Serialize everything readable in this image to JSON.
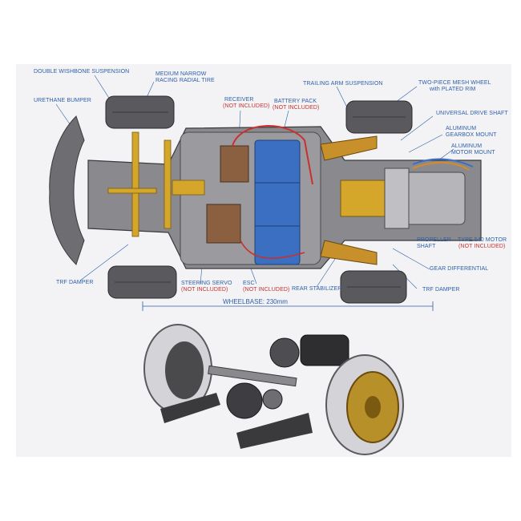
{
  "labels": {
    "double_wishbone": "DOUBLE WISHBONE SUSPENSION",
    "medium_narrow_1": "MEDIUM NARROW",
    "medium_narrow_2": "RACING RADIAL TIRE",
    "urethane_bumper": "URETHANE BUMPER",
    "receiver": "RECEIVER",
    "receiver_note": "(NOT INCLUDED)",
    "battery_pack": "BATTERY PACK",
    "battery_note": "(NOT INCLUDED)",
    "trailing_arm": "TRAILING ARM SUSPENSION",
    "two_piece_1": "TWO-PIECE MESH WHEEL",
    "two_piece_2": "with PLATED RIM",
    "universal_shaft": "UNIVERSAL DRIVE SHAFT",
    "gearbox_mount_1": "ALUMINUM",
    "gearbox_mount_2": "GEARBOX MOUNT",
    "motor_mount_1": "ALUMINUM",
    "motor_mount_2": "MOTOR MOUNT",
    "propeller_1": "PROPELLER",
    "propeller_2": "SHAFT",
    "motor_type": "TYPE 540 MOTOR",
    "motor_note": "(NOT INCLUDED)",
    "gear_diff": "GEAR DIFFERENTIAL",
    "trf_damper_left": "TRF DAMPER",
    "trf_damper_right": "TRF DAMPER",
    "steering_servo": "STEERING SERVO",
    "servo_note": "(NOT INCLUDED)",
    "esc": "ESC",
    "esc_note": "(NOT INCLUDED)",
    "rear_stabilizer": "REAR STABILIZER",
    "wheelbase": "WHEELBASE: 230mm"
  },
  "colors": {
    "label_blue": "#2d5ea8",
    "note_red": "#c8312f",
    "chassis_gray": "#8a8a8e",
    "battery_blue": "#3a6fc2",
    "gold_parts": "#d4a62a"
  }
}
